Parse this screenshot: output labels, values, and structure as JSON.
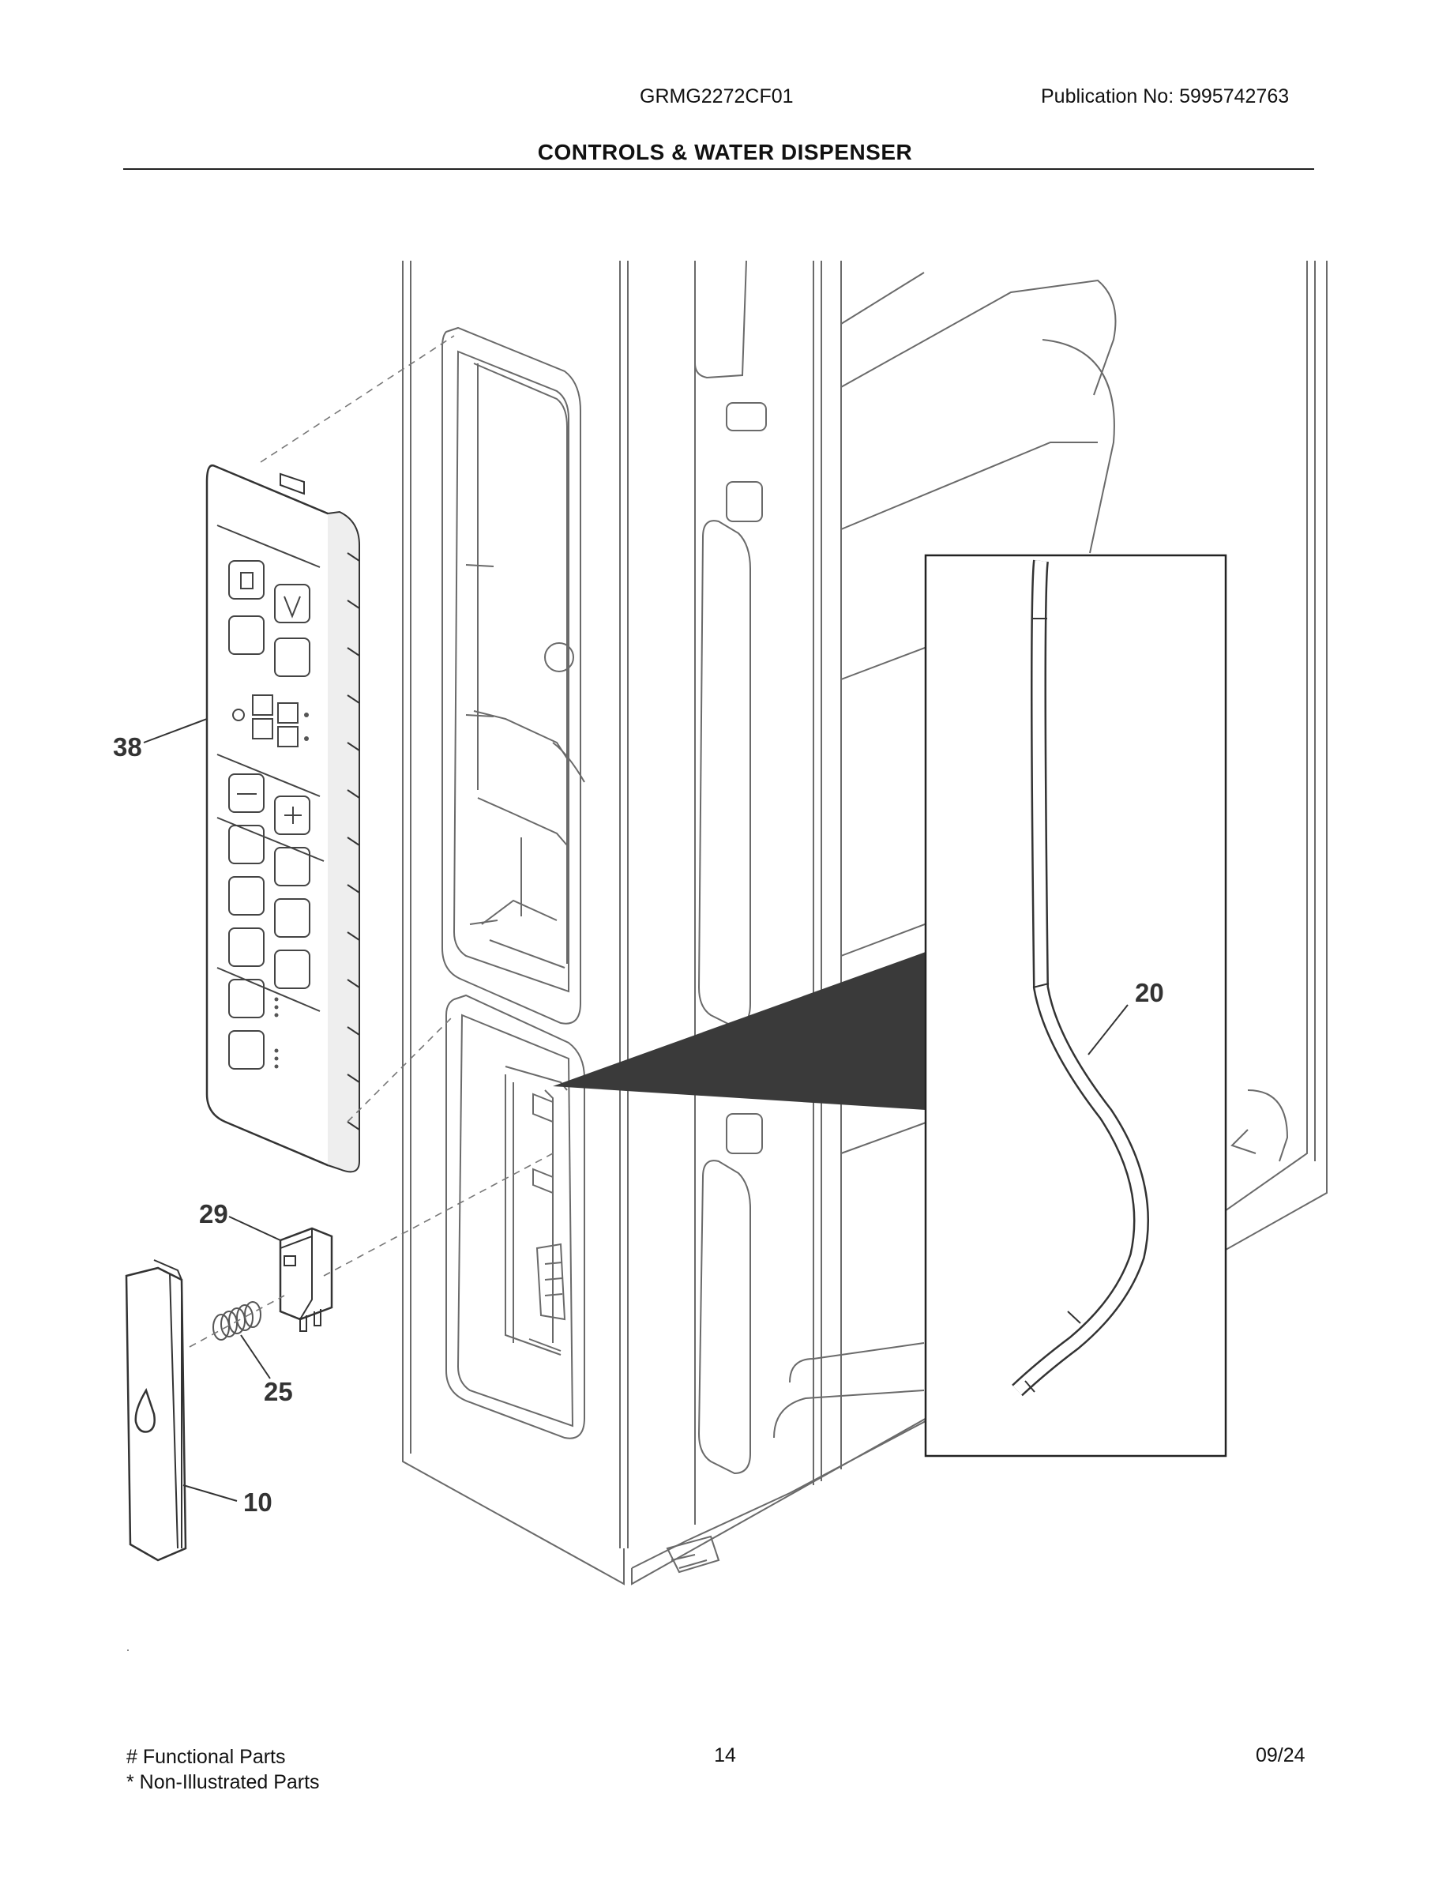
{
  "header": {
    "model": "GRMG2272CF01",
    "publication": "Publication No:  5995742763",
    "title": "CONTROLS & WATER DISPENSER"
  },
  "callouts": {
    "c38": "38",
    "c29": "29",
    "c25": "25",
    "c10": "10",
    "c20": "20"
  },
  "footer": {
    "functional": "# Functional Parts",
    "non_illustrated": "* Non-Illustrated Parts",
    "page": "14",
    "date": "09/24"
  },
  "colors": {
    "line": "#555555",
    "wedge": "#3a3a3a"
  }
}
